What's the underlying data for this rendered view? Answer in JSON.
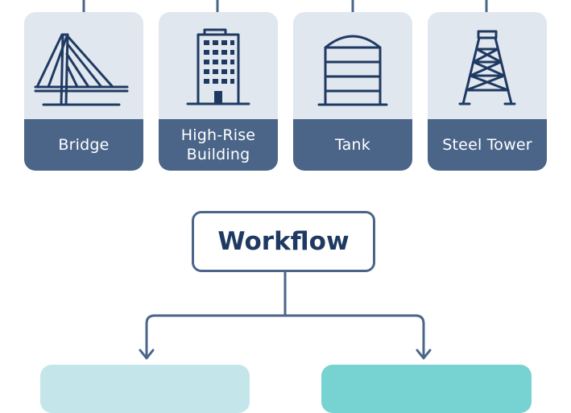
{
  "structures": [
    {
      "label": "Bridge",
      "icon": "bridge-icon"
    },
    {
      "label": "High-Rise\nBuilding",
      "icon": "building-icon"
    },
    {
      "label": "Tank",
      "icon": "tank-icon"
    },
    {
      "label": "Steel Tower",
      "icon": "tower-icon"
    }
  ],
  "workflow": {
    "label": "Workflow"
  },
  "colors": {
    "card_top": "#e1e7ef",
    "card_label": "#4b6589",
    "line": "#4b6589",
    "workflow_text": "#1f3a62",
    "panel_left": "#c4e6ea",
    "panel_right": "#77d2d2"
  }
}
